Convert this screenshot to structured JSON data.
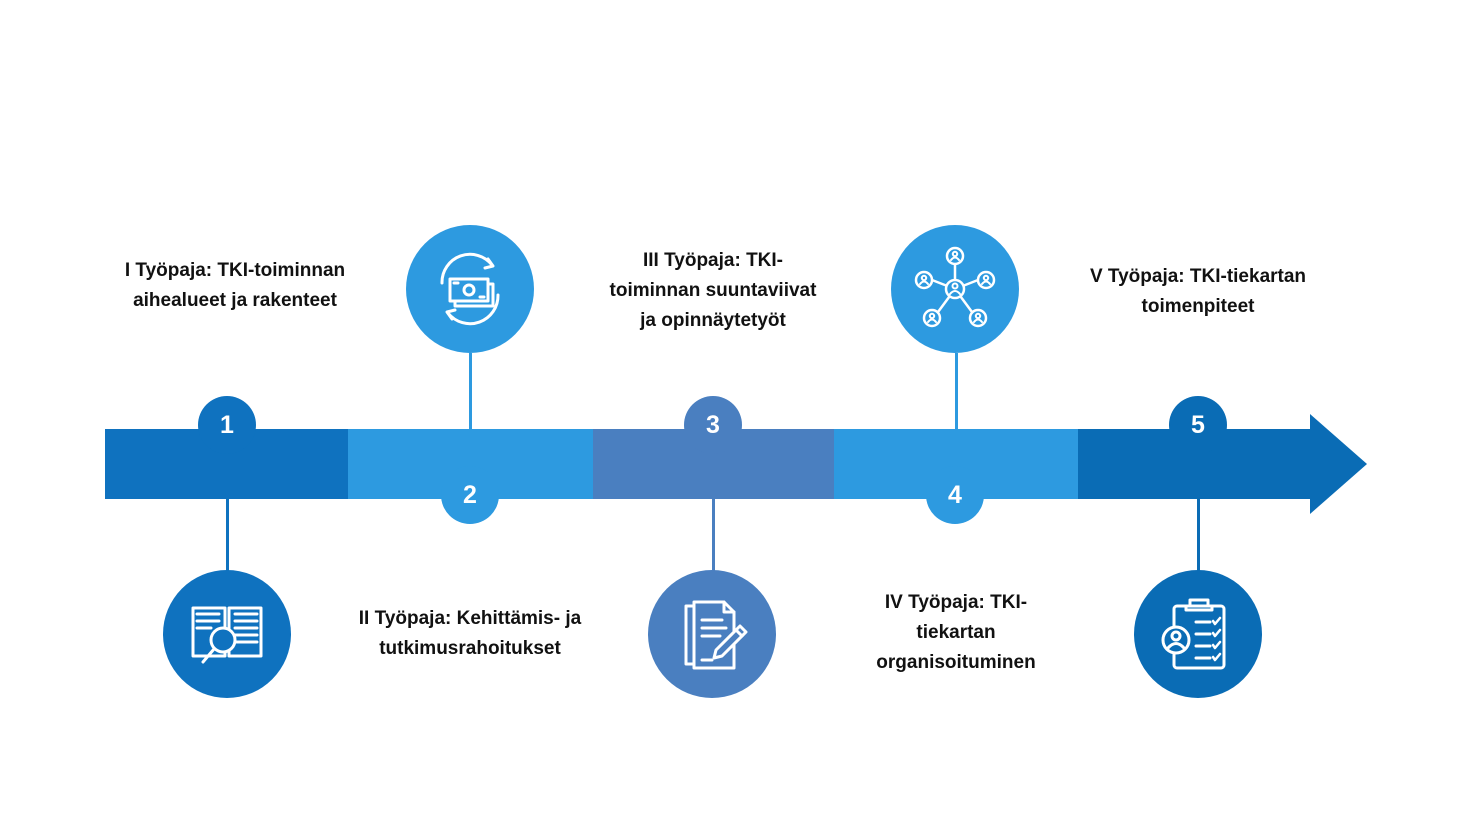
{
  "steps": [
    {
      "number": "1",
      "label_lines": [
        "I Työpaja: TKI-toiminnan",
        "aihealueet ja rakenteet"
      ],
      "icon": "book-magnifier-icon",
      "color": "#0f72bf"
    },
    {
      "number": "2",
      "label_lines": [
        "II Työpaja: Kehittämis- ja",
        "tutkimusrahoitukset"
      ],
      "icon": "money-exchange-icon",
      "color": "#2d9ae0"
    },
    {
      "number": "3",
      "label_lines": [
        "III Työpaja: TKI-",
        "toiminnan suuntaviivat",
        "ja opinnäytetyöt"
      ],
      "icon": "document-pencil-icon",
      "color": "#4a7fc0"
    },
    {
      "number": "4",
      "label_lines": [
        "IV Työpaja: TKI-",
        "tiekartan",
        "organisoituminen"
      ],
      "icon": "people-network-icon",
      "color": "#2d9ae0"
    },
    {
      "number": "5",
      "label_lines": [
        "V Työpaja: TKI-tiekartan",
        "toimenpiteet"
      ],
      "icon": "clipboard-checklist-icon",
      "color": "#0a6cb5"
    }
  ]
}
